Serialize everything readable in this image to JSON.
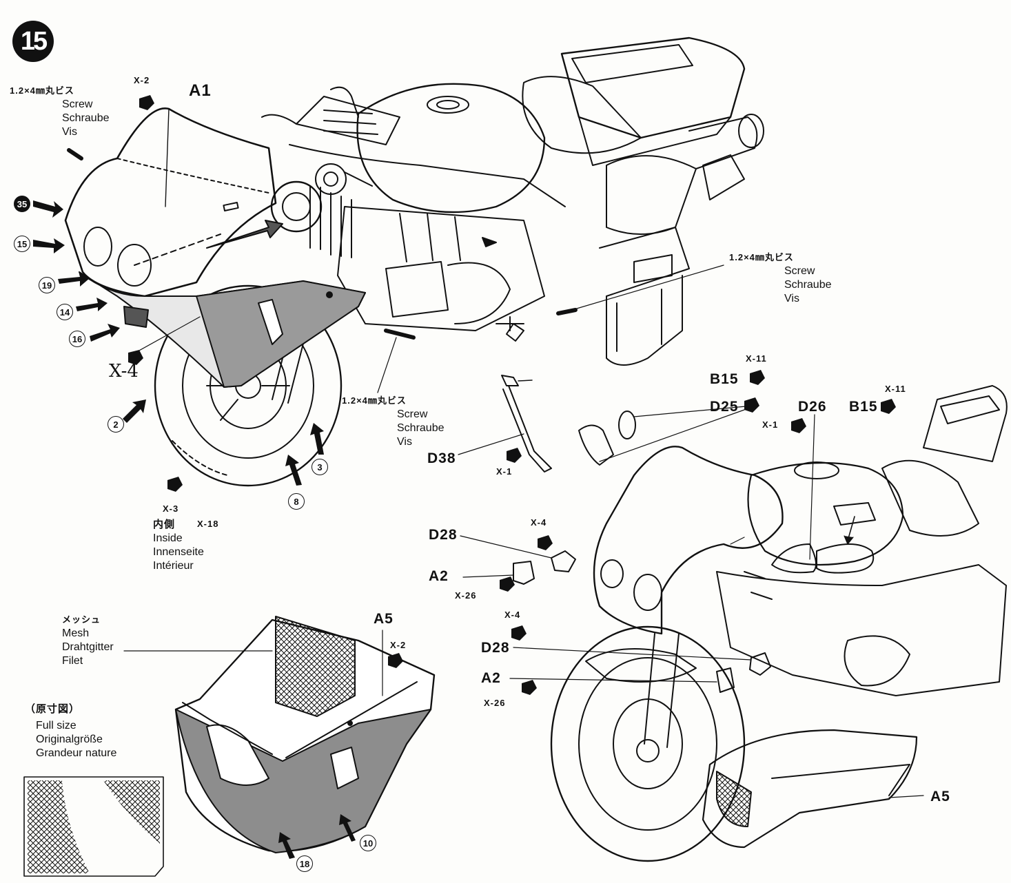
{
  "step": {
    "number": "15"
  },
  "screws": [
    {
      "spec": "1.2×4㎜丸ビス",
      "en": "Screw",
      "de": "Schraube",
      "fr": "Vis"
    },
    {
      "spec": "1.2×4㎜丸ビス",
      "en": "Screw",
      "de": "Schraube",
      "fr": "Vis"
    },
    {
      "spec": "1.2×4㎜丸ビス",
      "en": "Screw",
      "de": "Schraube",
      "fr": "Vis"
    }
  ],
  "parts": {
    "A1": "A1",
    "A5_top": "A5",
    "A5_bottom": "A5",
    "B15_a": "B15",
    "B15_b": "B15",
    "D25": "D25",
    "D26": "D26",
    "D38": "D38",
    "D28_a": "D28",
    "D28_b": "D28",
    "A2_a": "A2",
    "A2_b": "A2"
  },
  "x_codes": {
    "x2_top": "X-2",
    "x4_hand": "X-4",
    "x3": "X-3",
    "x18": "X-18",
    "x11_a": "X-11",
    "x11_b": "X-11",
    "x1_a": "X-1",
    "x1_b": "X-1",
    "x4_a": "X-4",
    "x4_b": "X-4",
    "x26_a": "X-26",
    "x26_b": "X-26",
    "x2_mesh": "X-2"
  },
  "inside_note": {
    "jp": "内側",
    "en": "Inside",
    "de": "Innenseite",
    "fr": "Intérieur"
  },
  "mesh_note": {
    "jp": "メッシュ",
    "en": "Mesh",
    "de": "Drahtgitter",
    "fr": "Filet"
  },
  "fullsize_note": {
    "jp": "（原寸図）",
    "en": "Full size",
    "de": "Originalgröße",
    "fr": "Grandeur nature"
  },
  "decals": [
    "35",
    "15",
    "19",
    "14",
    "16",
    "2",
    "3",
    "8",
    "10",
    "18"
  ]
}
